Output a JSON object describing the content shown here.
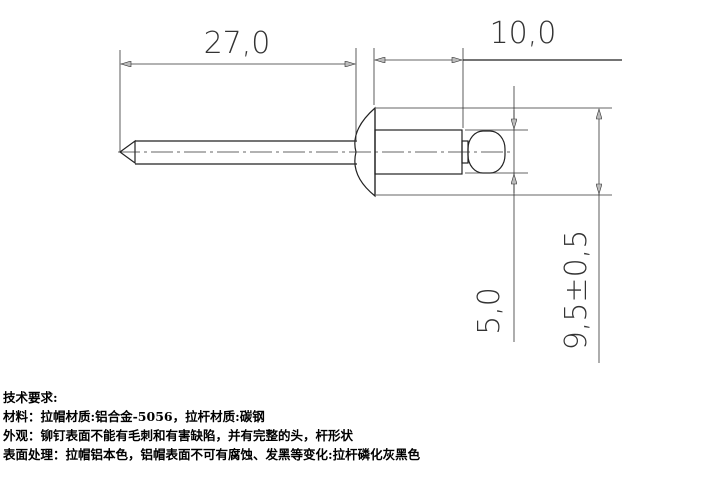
{
  "drawing": {
    "dimensions": {
      "mandrel_length": "27,0",
      "body_length": "10,0",
      "body_diameter": "5,0",
      "head_diameter": "9,5±0,5"
    }
  },
  "notes": {
    "title": "技术要求:",
    "lines": [
      "材料：拉帽材质:铝合金-5056，拉杆材质:碳钢",
      "外观：铆钉表面不能有毛刺和有害缺陷，并有完整的头，杆形状",
      "表面处理：拉帽铝本色，铝帽表面不可有腐蚀、发黑等变化:拉杆磷化灰黑色"
    ]
  }
}
